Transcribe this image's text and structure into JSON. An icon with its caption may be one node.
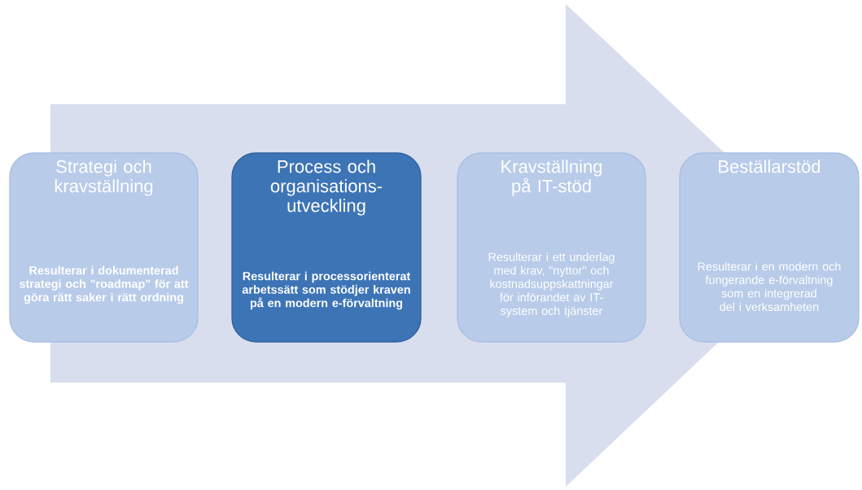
{
  "diagram": {
    "nodes": [
      {
        "text": [
          "Strategi och kravställning",
          "Resulterar i dokumenterad strategi och \"roadmap\" för att göra rätt saker i rätt ordning"
        ]
      },
      {
        "text": [
          "Process och organisations-utveckling",
          "Resulterar i processorienterat arbetssätt som stödjer kraven på en modern e-förvaltning"
        ]
      },
      {
        "text": [
          "Kravställning på IT-stöd",
          "Resulterar i ett underlag med krav, \"nyttor\" och kostnadsuppskattningar för införandet av IT-system och tjänster"
        ]
      },
      {
        "text": [
          "Beställarstöd",
          "Resulterar i en modern och fungerande e-förvaltning som en integrerad del i verksamheten"
        ]
      }
    ],
    "edges": [
      {
        "from": 0,
        "to": 3,
        "arrow": "to"
      }
    ]
  }
}
